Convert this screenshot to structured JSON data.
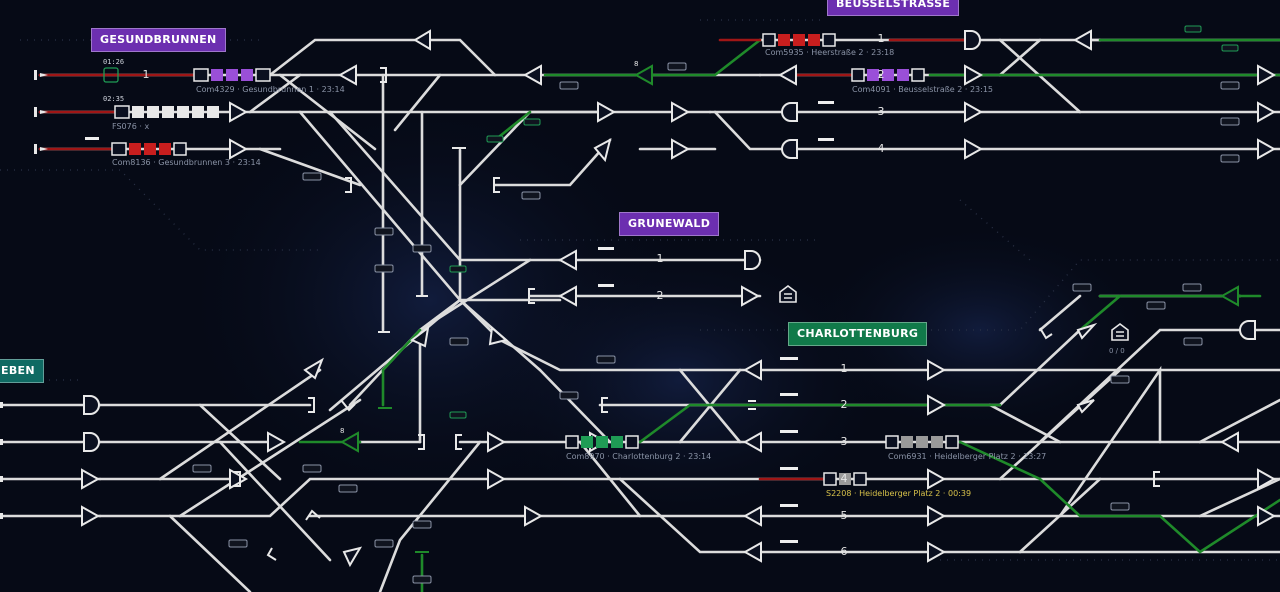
{
  "stations": {
    "gesundbrunnen": "Gesundbrunnen",
    "beusselstrasse": "Beusselstraße",
    "grunewald": "Grunewald",
    "charlottenburg": "Charlottenburg",
    "left_partial": "eben"
  },
  "tracks": {
    "west_1": "1",
    "beussel": [
      "1",
      "2",
      "3",
      "4"
    ],
    "grunewald": [
      "1",
      "2"
    ],
    "charlottenburg": [
      "1",
      "2",
      "3",
      "4",
      "5",
      "6"
    ]
  },
  "trains": [
    {
      "id": "com4329",
      "label": "Com4329 · Gesundbrunnen",
      "track": "1 · 23:14"
    },
    {
      "id": "fs076",
      "label": "FS076 · x",
      "track": ""
    },
    {
      "id": "com8136",
      "label": "Com8136 · Gesundbrunnen",
      "track": "3 · 23:14"
    },
    {
      "id": "com5935",
      "label": "Com5935 · Heerstraße",
      "track": "2 · 23:18"
    },
    {
      "id": "com4091",
      "label": "Com4091 · Beusselstraße",
      "track": "2 · 23:15"
    },
    {
      "id": "com8970",
      "label": "Com8970 · Charlottenburg",
      "track": "2 · 23:14"
    },
    {
      "id": "com6931",
      "label": "Com6931 · Heidelberger Platz",
      "track": "2 · 23:27"
    },
    {
      "id": "s2208",
      "label": "S2208 · Heidelberger Platz",
      "track": "2 · 00:39"
    }
  ],
  "clocks": {
    "entry_1": "01:26",
    "entry_2": "02:35"
  },
  "counters": {
    "depot": "0 / 0",
    "sig_a": "8",
    "sig_b": "8"
  },
  "colors": {
    "track": "#dcdcdc",
    "route_green": "#1f8a2a",
    "route_red": "#a01616",
    "train_purple": "#9a4fd8",
    "train_red": "#c81e1e",
    "train_green": "#1f9c55",
    "train_white": "#e8e8e8",
    "train_grey": "#9a9a9a"
  }
}
